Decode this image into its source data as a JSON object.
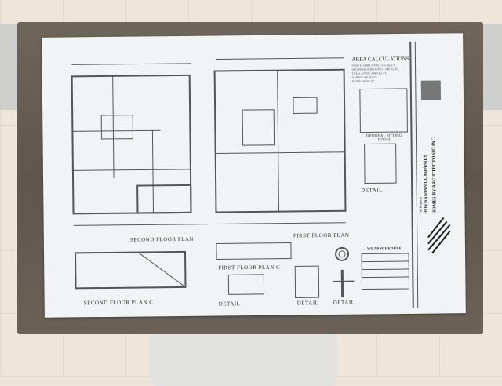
{
  "plans": {
    "second_floor_plan": "SECOND FLOOR PLAN",
    "first_floor_plan": "FIRST FLOOR PLAN",
    "second_floor_plan_c": "SECOND FLOOR PLAN C",
    "first_floor_plan_c": "FIRST FLOOR PLAN C",
    "optional_sitting_room": "OPTIONAL SITTING ROOM",
    "detail": "DETAIL"
  },
  "area_calculations": {
    "title": "AREA CALCULATIONS",
    "rows": [
      {
        "label": "FIRST FLOOR LIVING",
        "value": "1,132 SQ. FT."
      },
      {
        "label": "SECOND FLOOR LIVING",
        "value": "1,748 SQ. FT."
      },
      {
        "label": "TOTAL LIVING",
        "value": "2,880 SQ. FT."
      },
      {
        "label": "GARAGE",
        "value": "447 SQ. FT."
      },
      {
        "label": "BATHS",
        "value": "158 SQ. FT."
      }
    ]
  },
  "wrap_schedule": "WRAP SCHEDULE",
  "title_block": {
    "model": "The Brighton",
    "company": "HOVNANIAN COMPANIES",
    "architect": "HOMES BY ARCHITECTONIC INC."
  }
}
